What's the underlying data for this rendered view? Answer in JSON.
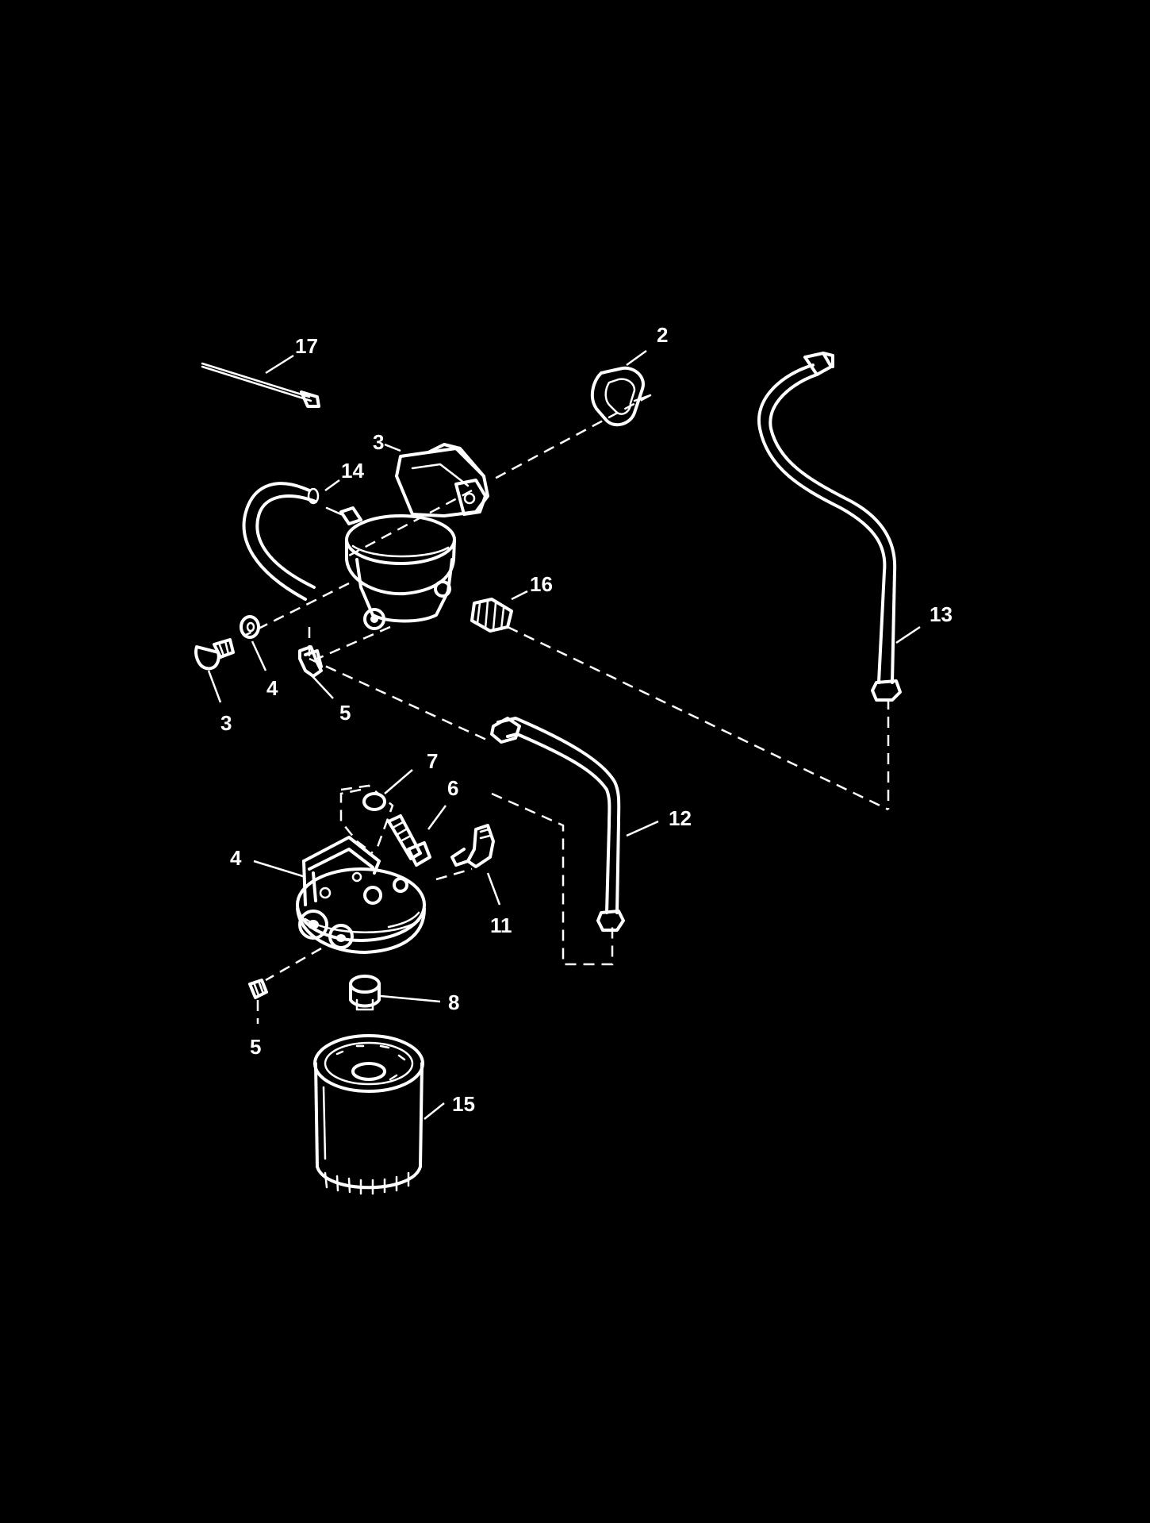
{
  "diagram": {
    "background": "#000000",
    "line_color": "#ffffff",
    "callouts": {
      "c17": "17",
      "c2": "2",
      "c3_pump": "3",
      "c14": "14",
      "c16": "16",
      "c13": "13",
      "c3_bolt": "3",
      "c4_washer": "4",
      "c5_fitting": "5",
      "c7": "7",
      "c6": "6",
      "c12": "12",
      "c4_head": "4",
      "c11": "11",
      "c8": "8",
      "c5_plug": "5",
      "c15": "15"
    }
  }
}
